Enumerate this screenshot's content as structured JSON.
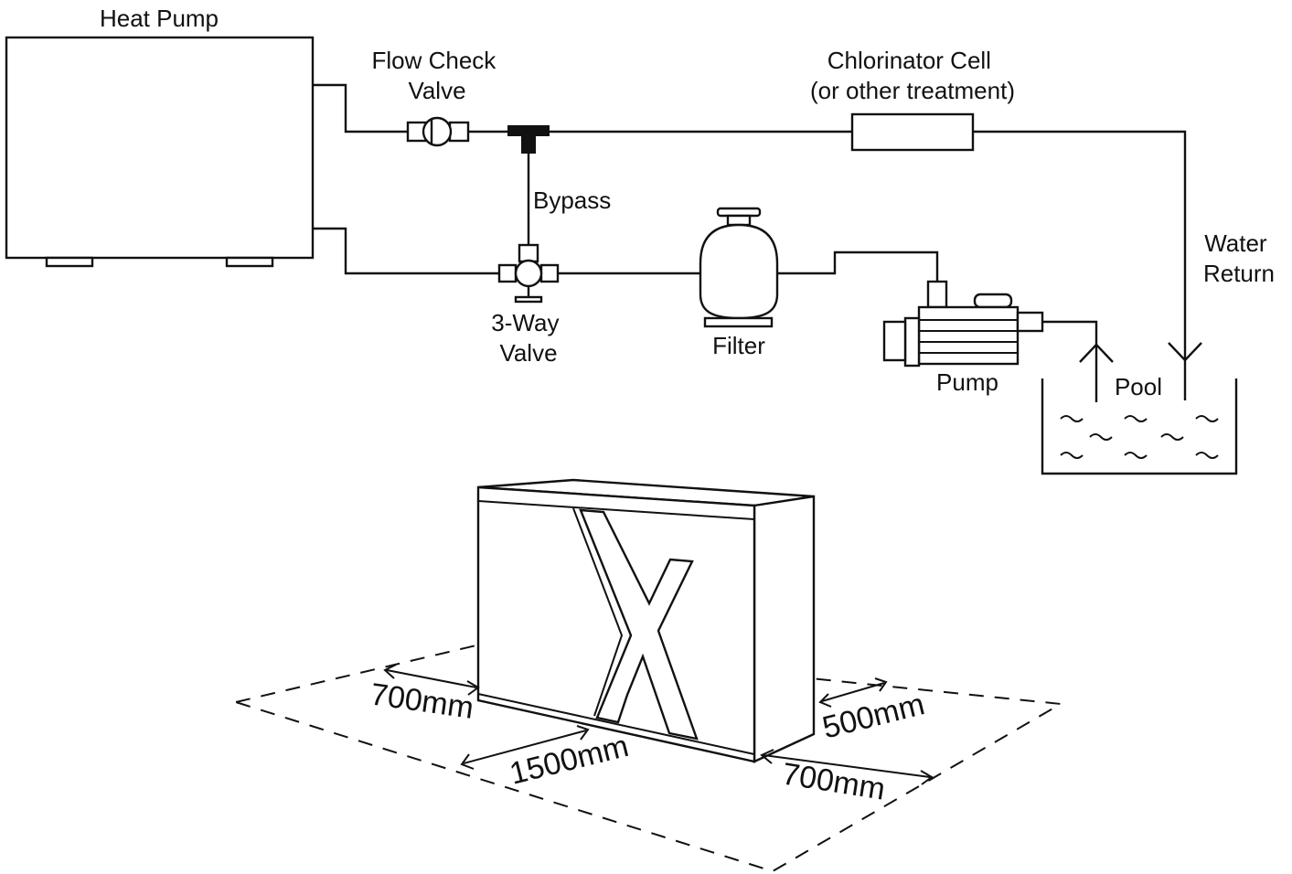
{
  "schematic": {
    "heat_pump": "Heat Pump",
    "flow_check_valve": [
      "Flow Check",
      "Valve"
    ],
    "chlorinator_cell": [
      "Chlorinator Cell",
      "(or other treatment)"
    ],
    "bypass": "Bypass",
    "three_way_valve": [
      "3-Way",
      "Valve"
    ],
    "filter": "Filter",
    "pump": "Pump",
    "water_return": [
      "Water",
      "Return"
    ],
    "pool": "Pool"
  },
  "clearance": {
    "unit_logo": "X",
    "left_side": "700mm",
    "front": "1500mm",
    "rear": "500mm",
    "right_side": "700mm"
  },
  "colors": {
    "line": "#111111",
    "background": "#ffffff"
  }
}
